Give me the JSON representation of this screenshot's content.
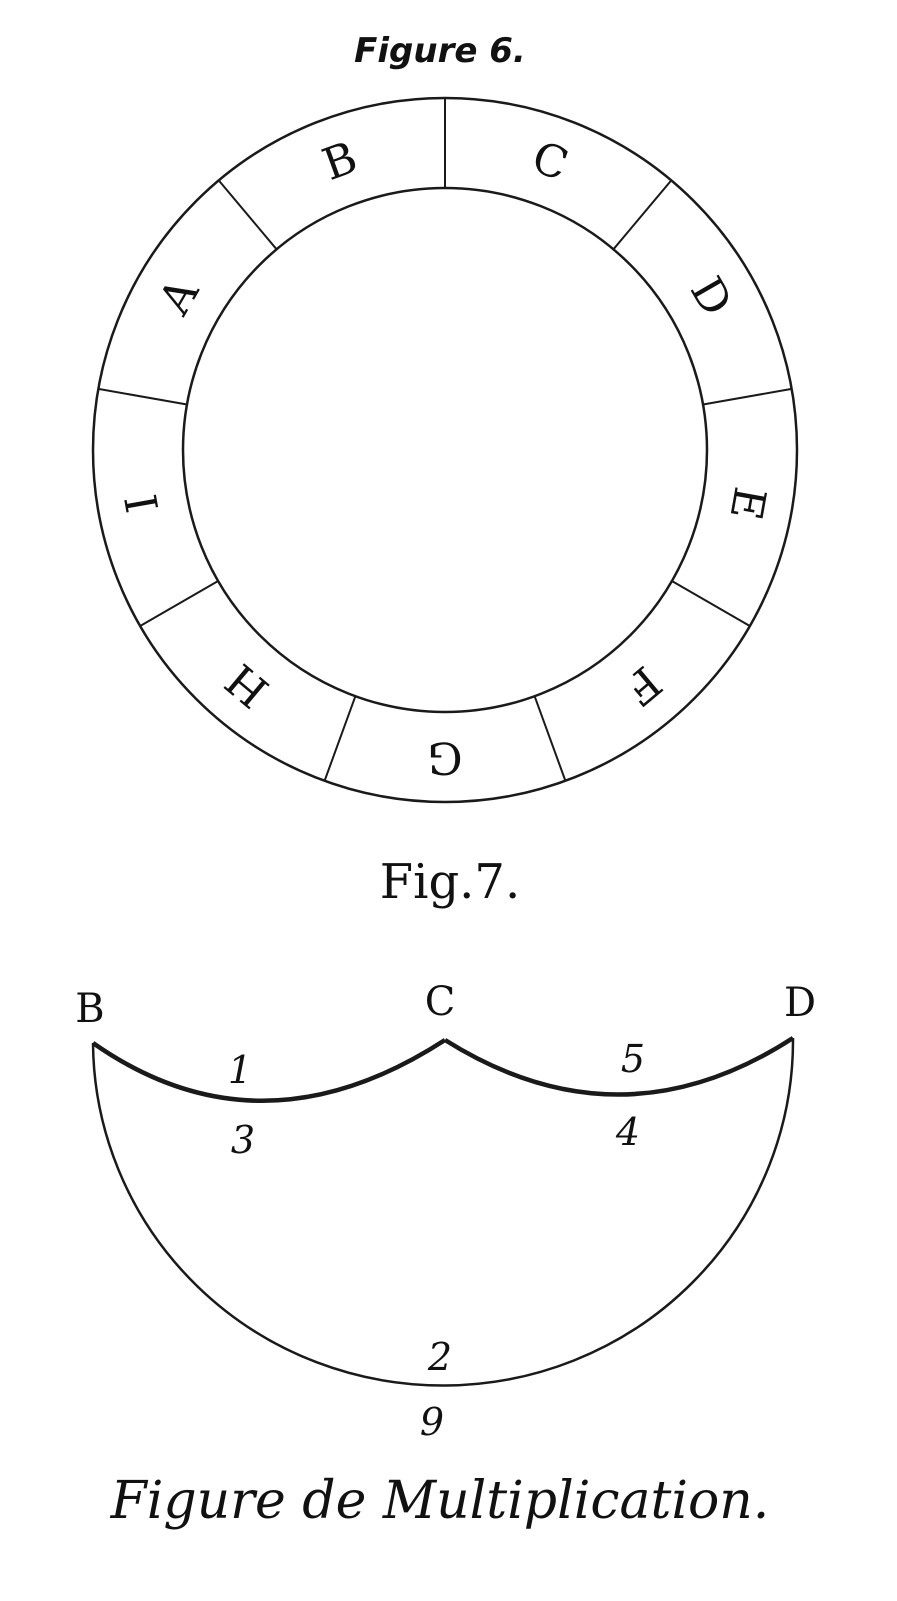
{
  "figure6": {
    "title": "Figure 6.",
    "segments": [
      "A",
      "B",
      "C",
      "D",
      "E",
      "F",
      "G",
      "H",
      "I"
    ]
  },
  "figure7": {
    "title": "Fig.7.",
    "points": {
      "B": "B",
      "C": "C",
      "D": "D"
    },
    "numbers": [
      "1",
      "3",
      "5",
      "4",
      "2",
      "9"
    ],
    "caption": "Figure de Multiplication."
  },
  "colors": {
    "ink": "#1a1a1a",
    "paper": "#ffffff"
  }
}
